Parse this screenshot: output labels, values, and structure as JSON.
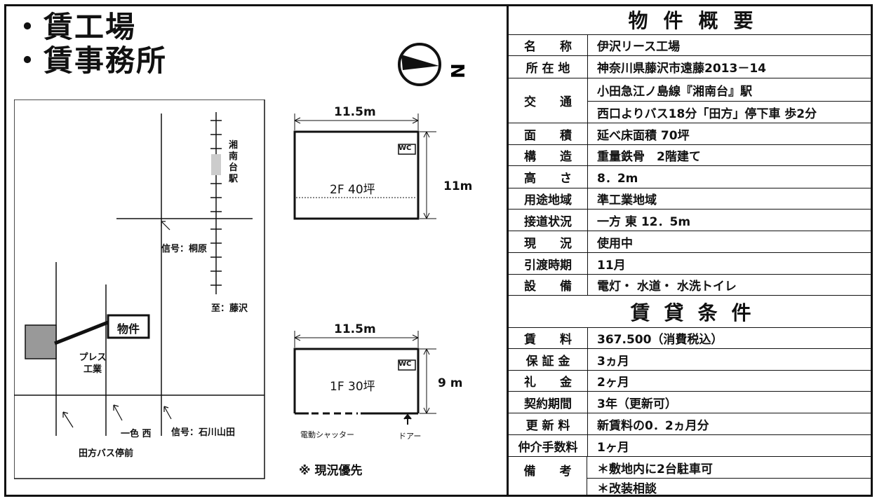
{
  "headings": [
    "・賃工場",
    "・賃事務所"
  ],
  "map": {
    "station": "湘南台駅",
    "signal1": "信号：桐原",
    "to_fujisawa": "至：藤沢",
    "property_label": "物件",
    "press": "プレス工業",
    "isshiki": "一色 西",
    "signal2": "信号：石川山田",
    "bus_stop": "田方バス停前"
  },
  "compass_n": "N",
  "floorplans": {
    "f2": {
      "width": "11.5m",
      "depth": "11m",
      "label": "2F 40坪",
      "wc": "WC"
    },
    "f1": {
      "width": "11.5m",
      "depth": "9 m",
      "label": "1F 30坪",
      "wc": "WC",
      "shutter": "電動シャッター",
      "door": "ドアー"
    }
  },
  "note": "※ 現況優先",
  "overview": {
    "title": "物件概要",
    "rows": [
      {
        "label": "名　　称",
        "value": "伊沢リース工場"
      },
      {
        "label": "所 在 地",
        "value": "神奈川県藤沢市遠藤2013－14"
      },
      {
        "label": "交　　通",
        "value": "小田急江ノ島線『湘南台』駅",
        "value2": "西口よりバス18分「田方」停下車 歩2分"
      },
      {
        "label": "面　　積",
        "value": "延べ床面積 70坪"
      },
      {
        "label": "構　　造",
        "value": "重量鉄骨　2階建て"
      },
      {
        "label": "高　　さ",
        "value": "8．2m"
      },
      {
        "label": "用途地域",
        "value": "準工業地域"
      },
      {
        "label": "接道状況",
        "value": "一方 東 12．5m"
      },
      {
        "label": "現　　況",
        "value": "使用中"
      },
      {
        "label": "引渡時期",
        "value": "11月"
      },
      {
        "label": "設　　備",
        "value": "電灯・ 水道・ 水洗トイレ"
      }
    ]
  },
  "terms": {
    "title": "賃貸条件",
    "rows": [
      {
        "label": "賃　　料",
        "value": "367.500（消費税込）"
      },
      {
        "label": "保 証 金",
        "value": "3ヵ月"
      },
      {
        "label": "礼　　金",
        "value": "2ヶ月"
      },
      {
        "label": "契約期間",
        "value": "3年（更新可）"
      },
      {
        "label": "更 新 料",
        "value": "新賃料の0．2ヵ月分"
      },
      {
        "label": "仲介手数料",
        "value": "1ヶ月"
      },
      {
        "label": "備　　考",
        "value": "＊敷地内に2台駐車可",
        "value2": "＊改装相談"
      }
    ]
  }
}
